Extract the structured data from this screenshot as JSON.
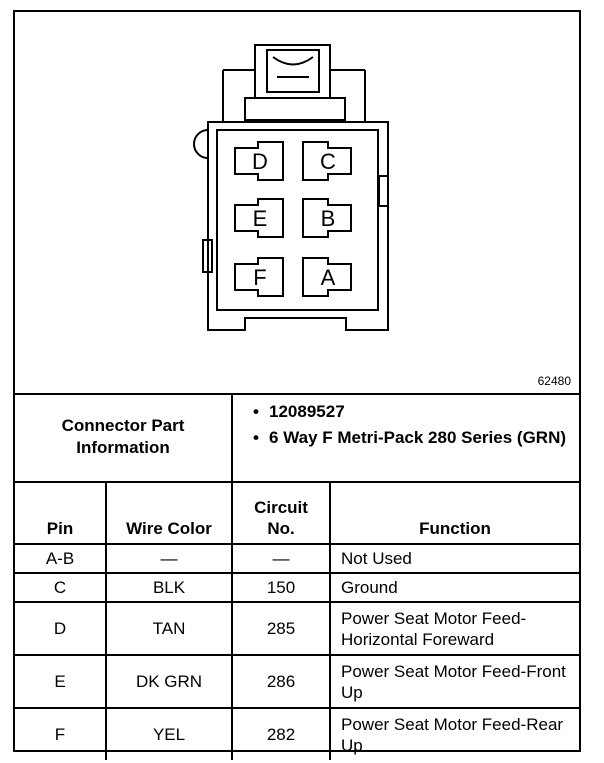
{
  "figure_number": "62480",
  "connector": {
    "pins": [
      "D",
      "C",
      "E",
      "B",
      "F",
      "A"
    ],
    "info_label_line1": "Connector Part",
    "info_label_line2": "Information",
    "part_number": "12089527",
    "description": "6 Way F Metri-Pack 280 Series (GRN)"
  },
  "table": {
    "headers": {
      "pin": "Pin",
      "wire_color": "Wire Color",
      "circuit_line1": "Circuit",
      "circuit_line2": "No.",
      "function": "Function"
    },
    "rows": [
      {
        "pin": "A-B",
        "wire_color": "—",
        "circuit": "—",
        "function": "Not Used"
      },
      {
        "pin": "C",
        "wire_color": "BLK",
        "circuit": "150",
        "function": "Ground"
      },
      {
        "pin": "D",
        "wire_color": "TAN",
        "circuit": "285",
        "function": "Power Seat Motor Feed-Horizontal Foreward"
      },
      {
        "pin": "E",
        "wire_color": "DK GRN",
        "circuit": "286",
        "function": "Power Seat Motor Feed-Front Up"
      },
      {
        "pin": "F",
        "wire_color": "YEL",
        "circuit": "282",
        "function": "Power Seat Motor Feed-Rear Up"
      }
    ]
  }
}
